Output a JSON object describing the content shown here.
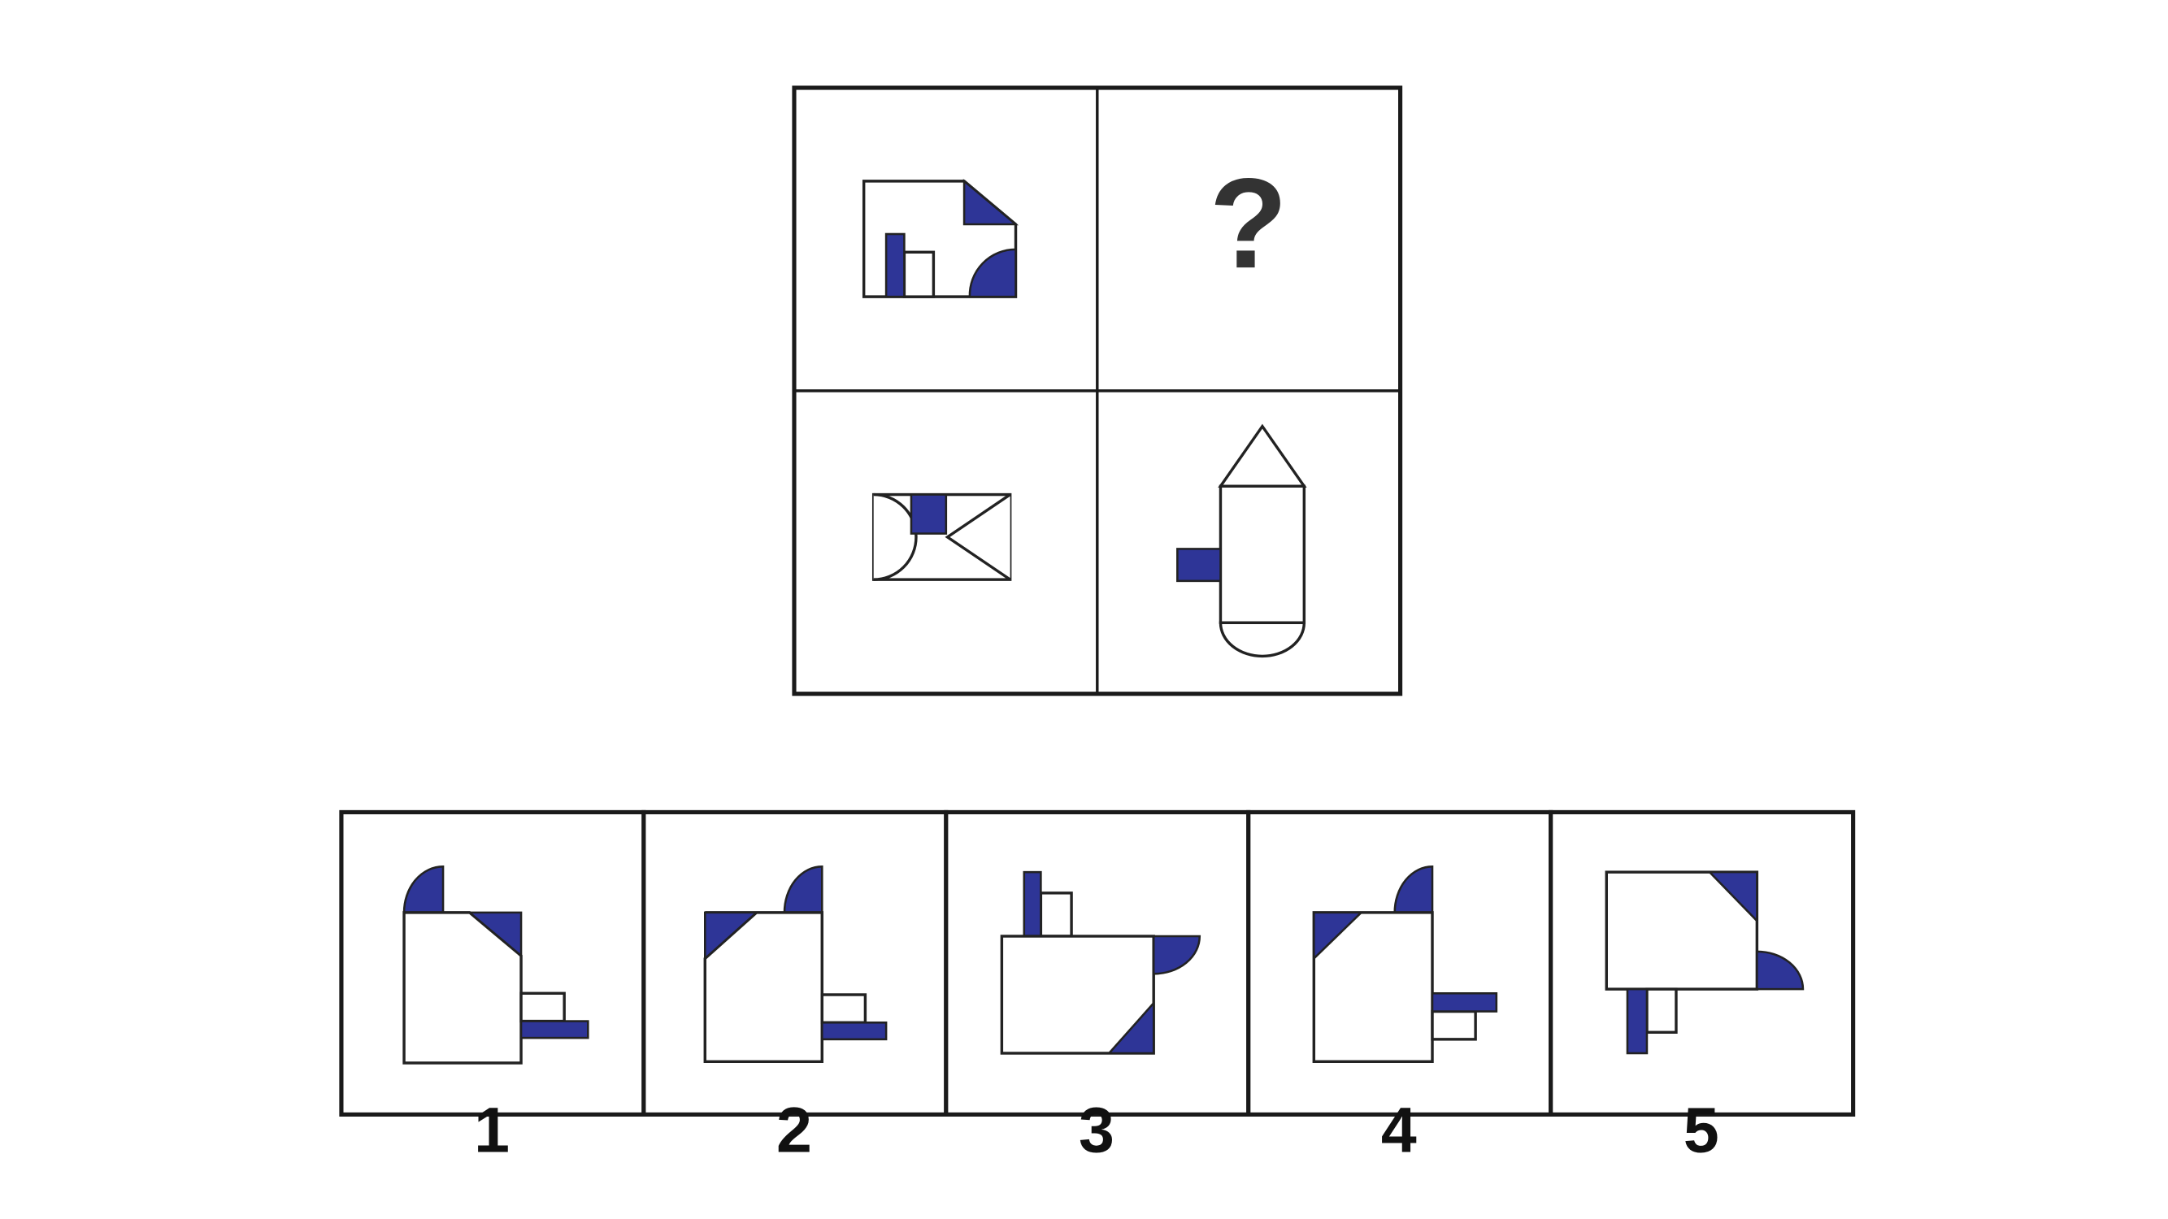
{
  "colors": {
    "accent": "#2e3597",
    "outline": "#222222",
    "background": "#ffffff"
  },
  "puzzle": {
    "missing_cell_symbol": "?"
  },
  "options": [
    {
      "label": "1"
    },
    {
      "label": "2"
    },
    {
      "label": "3"
    },
    {
      "label": "4"
    },
    {
      "label": "5"
    }
  ]
}
